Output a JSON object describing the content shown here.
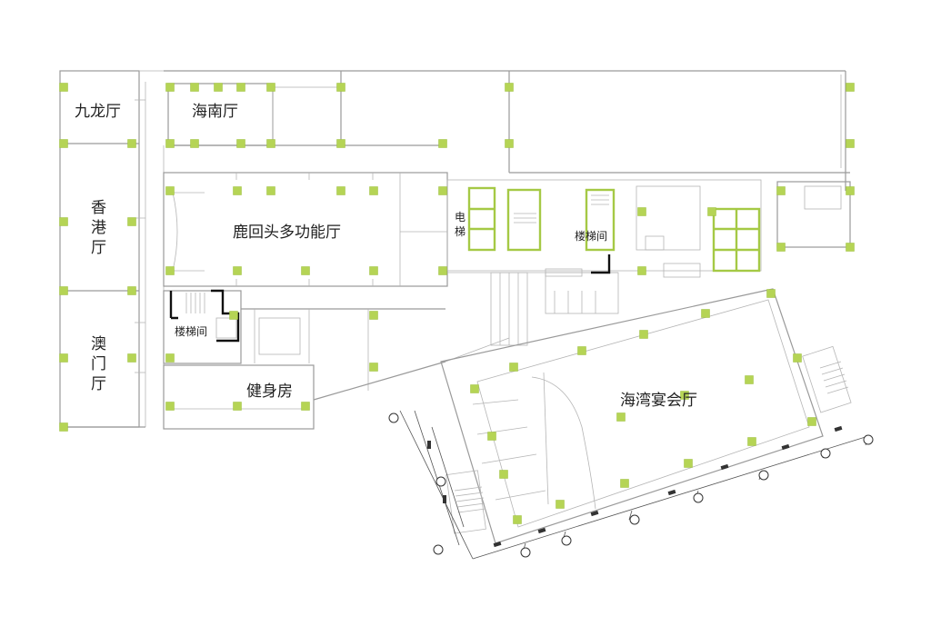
{
  "rooms": {
    "jiulong": "九龙厅",
    "hainan": "海南厅",
    "xianggang": [
      "香",
      "港",
      "厅"
    ],
    "aomen": [
      "澳",
      "门",
      "厅"
    ],
    "luhuitou": "鹿回头多功能厅",
    "jianshen": "健身房",
    "haiwan": "海湾宴会厅",
    "stair_left": "楼梯间",
    "stair_right": "楼梯间",
    "elevator": [
      "电",
      "梯"
    ]
  },
  "colors": {
    "column": "#b5d455",
    "elevator_frame": "#a5c945",
    "wall": "#9a9a9a"
  }
}
